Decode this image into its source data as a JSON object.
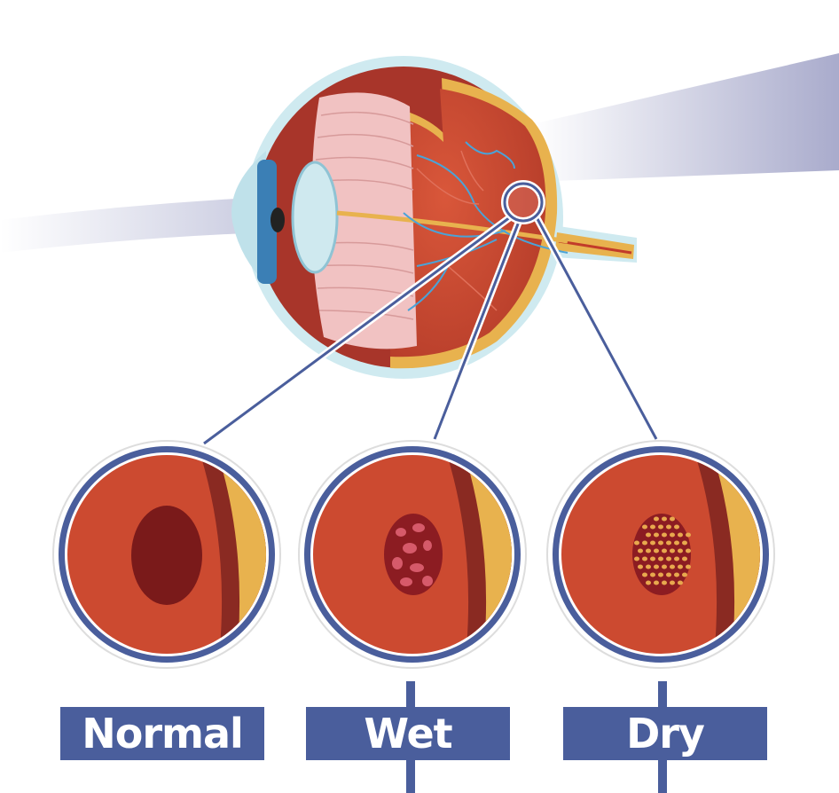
{
  "labels": {
    "normal": "Normal",
    "wet": "Wet",
    "dry": "Dry"
  },
  "colors": {
    "label_bg": "#4a5e9c",
    "retina": "#c7482f",
    "macula_normal": "#7a1a1a",
    "sclera_yellow": "#e8b24e",
    "ring_blue": "#4a5e9c"
  }
}
